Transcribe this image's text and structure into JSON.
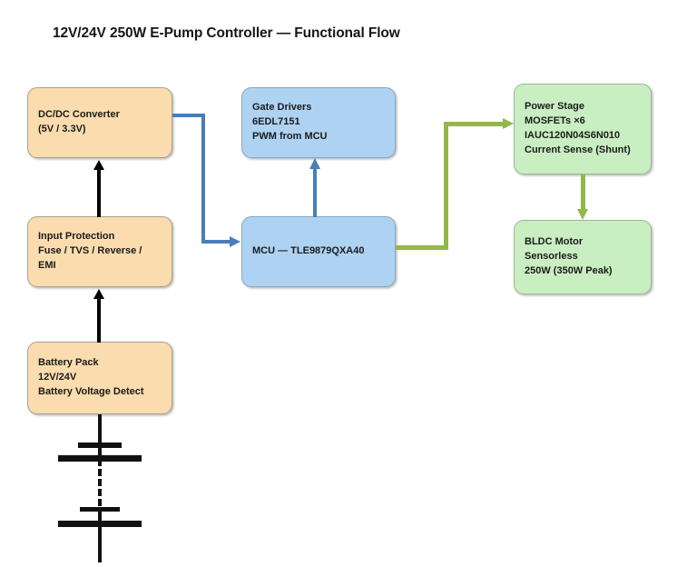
{
  "diagram": {
    "title": "12V/24V 250W E-Pump Controller — Functional Flow",
    "nodes": {
      "dcdc": {
        "label": "DC/DC Converter\n(5V / 3.3V)",
        "color": "#fadcae"
      },
      "input_prot": {
        "label": "Input Protection\nFuse / TVS / Reverse /\nEMI",
        "color": "#fadcae"
      },
      "battery": {
        "label": "Battery Pack\n12V/24V\nBattery Voltage Detect",
        "color": "#fadcae"
      },
      "gate": {
        "label": "Gate Drivers\n6EDL7151\nPWM from MCU",
        "color": "#aed3f2"
      },
      "mcu": {
        "label": "MCU — TLE9879QXA40",
        "color": "#aed3f2"
      },
      "power": {
        "label": "Power Stage\nMOSFETs ×6\nIAUC120N04S6N010\nCurrent Sense (Shunt)",
        "color": "#c9eec1"
      },
      "motor": {
        "label": "BLDC Motor\nSensorless\n250W (350W Peak)",
        "color": "#c9eec1"
      }
    },
    "connectors": [
      {
        "name": "battery-to-input-protection",
        "from": "battery",
        "to": "input_prot",
        "color": "#000000",
        "style": "straight-up"
      },
      {
        "name": "input-protection-to-dcdc",
        "from": "input_prot",
        "to": "dcdc",
        "color": "#000000",
        "style": "straight-up"
      },
      {
        "name": "dcdc-to-mcu",
        "from": "dcdc",
        "to": "mcu",
        "color": "#4a7ebb",
        "style": "elbow-right-down-right"
      },
      {
        "name": "mcu-to-gate-drivers",
        "from": "mcu",
        "to": "gate",
        "color": "#4a7ebb",
        "style": "straight-up"
      },
      {
        "name": "mcu-to-power-stage",
        "from": "mcu",
        "to": "power",
        "color": "#94b74a",
        "style": "elbow-right-up-right"
      },
      {
        "name": "power-stage-to-motor",
        "from": "power",
        "to": "motor",
        "color": "#94b74a",
        "style": "straight-down"
      }
    ],
    "battery_symbol": {
      "name": "battery-cell-stack-symbol",
      "cells": 2,
      "has_ellipsis": true
    }
  }
}
